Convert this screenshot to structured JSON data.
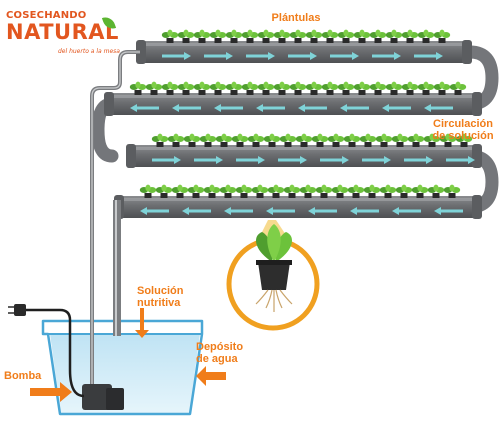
{
  "logo": {
    "line1": "COSECHANDO",
    "line2": "NATURAL",
    "tagline": "del huerto a la mesa"
  },
  "labels": {
    "plantulas": "Plántulas",
    "circulacion_line1": "Circulación",
    "circulacion_line2": "de solución",
    "solucion_line1": "Solución",
    "solucion_line2": "nutritiva",
    "deposito_line1": "Depósito",
    "deposito_line2": "de agua",
    "bomba": "Bomba"
  },
  "colors": {
    "label_orange": "#f07d1a",
    "pipe_gray": "#6b6d70",
    "pipe_light": "#9a9c9f",
    "flow_arrow": "#7fd3d8",
    "leaf_green": "#5cb531",
    "water_blue": "#cfe9f6",
    "tank_outline": "#4aa7d6",
    "arrow_orange": "#f07d1a"
  }
}
